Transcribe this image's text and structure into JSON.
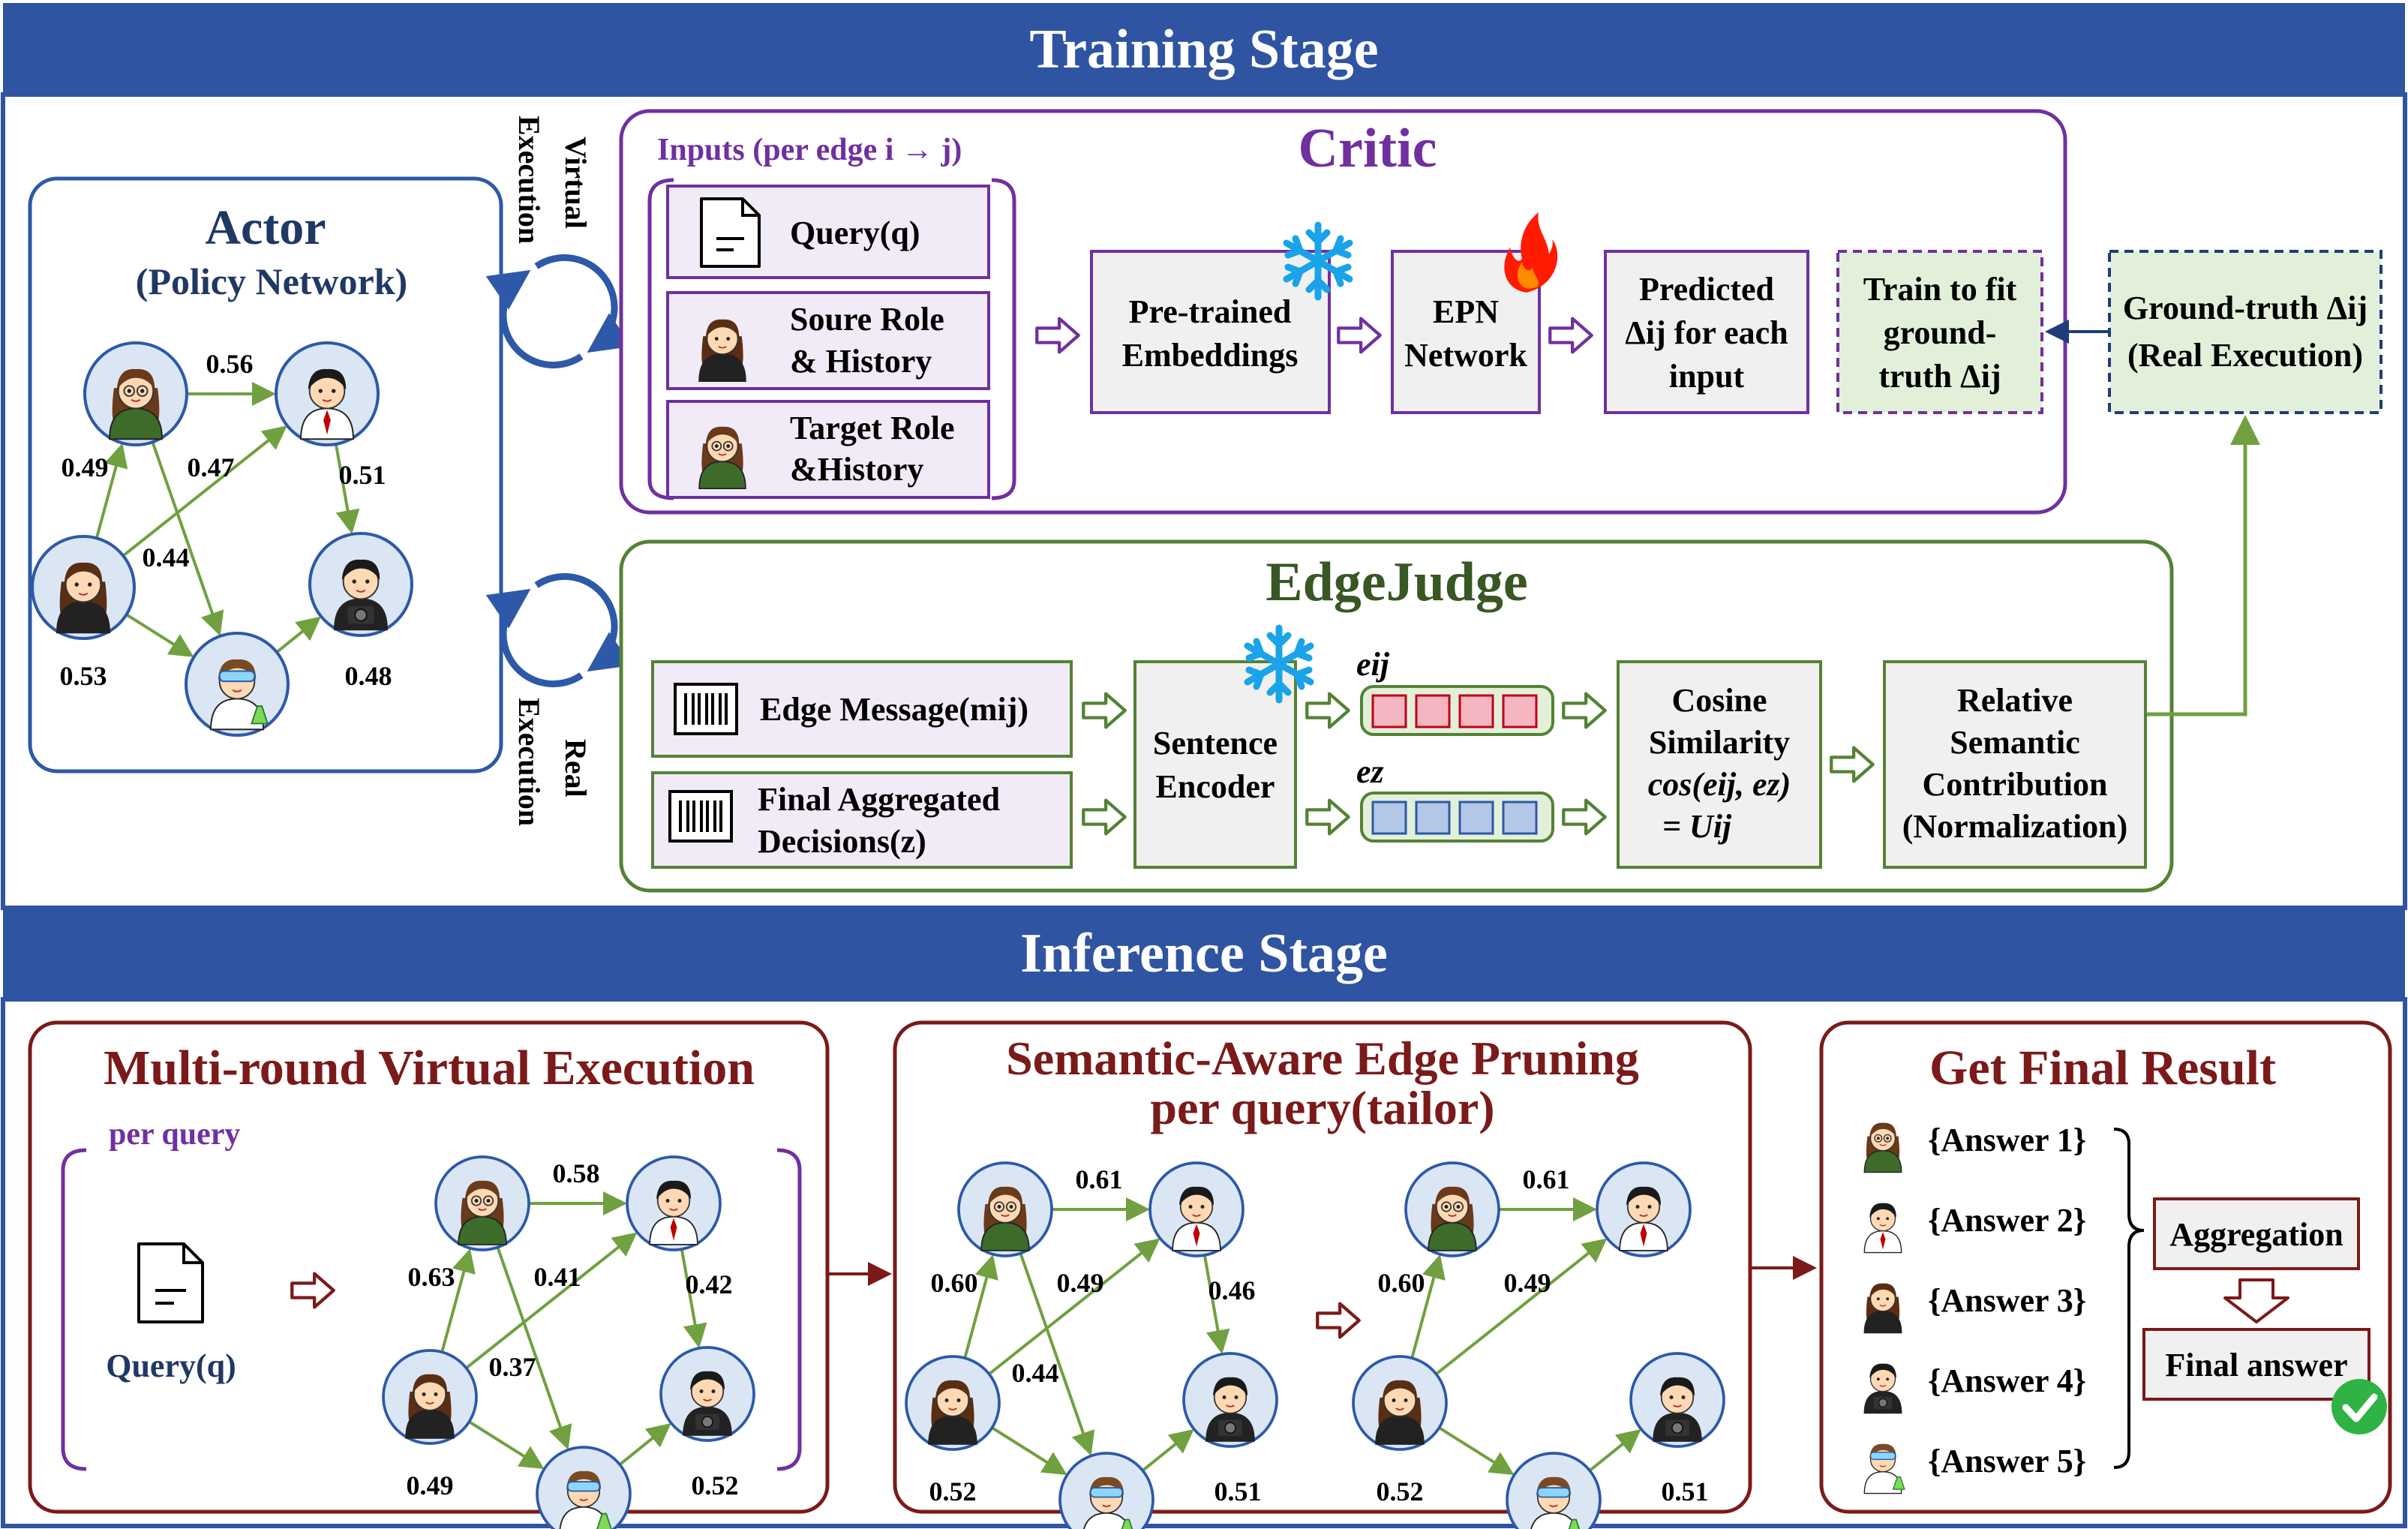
{
  "colors": {
    "banner": "#2f54a1",
    "actor": "#2d59a8",
    "critic": "#7030a0",
    "edgejudge": "#548235",
    "inference": "#7b1a1a",
    "edge": "#70a040",
    "gt_fill": "#e2f0d9",
    "input_fill": "#f1eaf7",
    "box_fill": "#f0f0f0"
  },
  "training": {
    "title": "Training Stage",
    "actor": {
      "title": "Actor",
      "subtitle": "(Policy Network)"
    },
    "virtual_label": [
      "Virtual",
      "Execution"
    ],
    "real_label": [
      "Real",
      "Execution"
    ],
    "critic": {
      "title": "Critic",
      "inputs_label": "Inputs (per edge i → j)",
      "inputs": [
        [
          "Query(q)"
        ],
        [
          "Soure Role",
          "& History"
        ],
        [
          "Target Role",
          "&History"
        ]
      ],
      "pretrained": [
        "Pre-trained",
        "Embeddings"
      ],
      "epn": [
        "EPN",
        "Network"
      ],
      "predicted": [
        "Predicted",
        "Δij for each",
        "input"
      ],
      "train_fit": [
        "Train to fit",
        "ground-",
        "truth Δij"
      ],
      "ground_truth": [
        "Ground-truth Δij",
        "(Real Execution)"
      ]
    },
    "edgejudge": {
      "title": "EdgeJudge",
      "edge_message": "Edge Message(mij)",
      "final_agg": [
        "Final Aggregated",
        "Decisions(z)"
      ],
      "encoder": [
        "Sentence",
        "Encoder"
      ],
      "e_ij": "eij",
      "e_z": "ez",
      "cosine": [
        "Cosine",
        "Similarity",
        "cos(eij, ez)",
        "= Uij"
      ],
      "relative": [
        "Relative",
        "Semantic",
        "Contribution",
        "(Normalization)"
      ]
    }
  },
  "inference": {
    "title": "Inference Stage",
    "multi": {
      "title": "Multi-round Virtual Execution",
      "per_query": "per query",
      "query": "Query(q)"
    },
    "pruning": {
      "title": [
        "Semantic-Aware Edge Pruning",
        "per query(tailor)"
      ]
    },
    "final": {
      "title": "Get Final Result",
      "answers": [
        "{Answer 1}",
        "{Answer 2}",
        "{Answer 3}",
        "{Answer 4}",
        "{Answer 5}"
      ],
      "aggregation": "Aggregation",
      "final_answer": "Final answer"
    }
  },
  "graphs": {
    "actor": [
      "0.56",
      "0.49",
      "0.47",
      "0.51",
      "0.44",
      "0.53",
      "0.48"
    ],
    "multi": [
      "0.58",
      "0.63",
      "0.41",
      "0.42",
      "0.37",
      "0.49",
      "0.52"
    ],
    "prune1": [
      "0.61",
      "0.60",
      "0.49",
      "0.46",
      "0.44",
      "0.52",
      "0.51"
    ],
    "prune2": [
      "0.61",
      "0.60",
      "0.49",
      "0.52",
      "0.51"
    ]
  }
}
